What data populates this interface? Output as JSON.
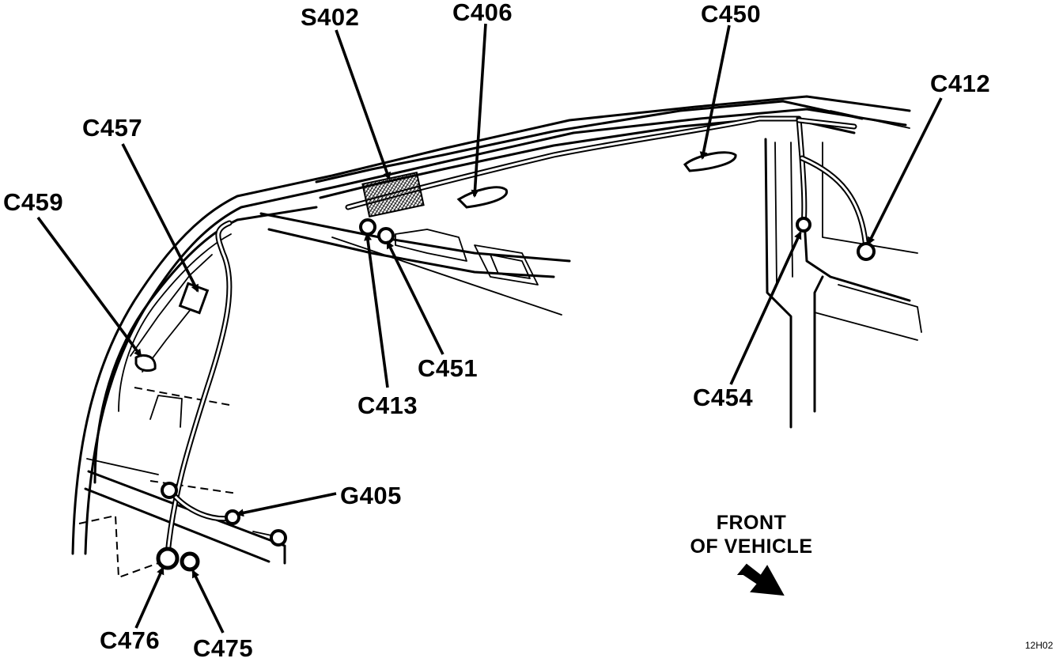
{
  "labels": {
    "s402": "S402",
    "c406": "C406",
    "c450": "C450",
    "c412": "C412",
    "c457": "C457",
    "c459": "C459",
    "c451": "C451",
    "c413": "C413",
    "c454": "C454",
    "g405": "G405",
    "c476": "C476",
    "c475": "C475"
  },
  "front_indicator": {
    "line1": "FRONT",
    "line2": "OF VEHICLE"
  },
  "reference_code": "12H02"
}
